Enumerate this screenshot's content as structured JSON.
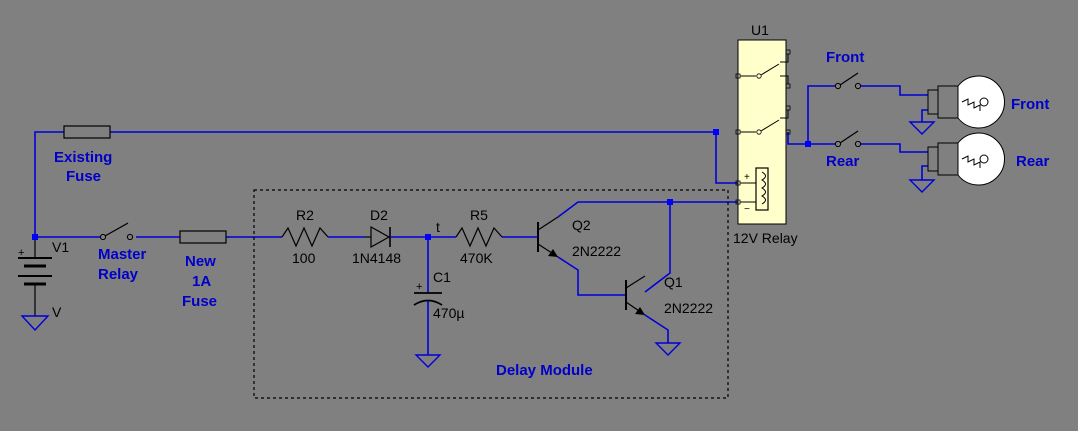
{
  "colors": {
    "background": "#808080",
    "wire": "#0000d8",
    "component": "#000000",
    "note_text": "#0000c8",
    "relay_body": "#ffffcc",
    "lamp_body": "#ffffff",
    "junction": "#0000ff"
  },
  "notes": {
    "existing": "Existing",
    "fuse": "Fuse",
    "master": "Master",
    "relay": "Relay",
    "new": "New",
    "one_a": "1A",
    "fuse2": "Fuse",
    "delay_module": "Delay Module",
    "front_switch": "Front",
    "rear_switch": "Rear",
    "front_lamp": "Front",
    "rear_lamp": "Rear"
  },
  "components": {
    "v1": {
      "ref": "V1",
      "value": "V"
    },
    "r2": {
      "ref": "R2",
      "value": "100"
    },
    "d2": {
      "ref": "D2",
      "value": "1N4148"
    },
    "c1": {
      "ref": "C1",
      "value": "470µ"
    },
    "r5": {
      "ref": "R5",
      "value": "470K"
    },
    "q2": {
      "ref": "Q2",
      "value": "2N2222"
    },
    "q1": {
      "ref": "Q1",
      "value": "2N2222"
    },
    "u1": {
      "ref": "U1",
      "value": "12V Relay"
    }
  },
  "net_labels": {
    "t": "t"
  },
  "polarity": {
    "battery_plus": "+",
    "coil_plus": "+",
    "coil_minus": "−",
    "cap_plus": "+"
  },
  "icons": [
    "battery-icon",
    "ground-icon",
    "fuse-icon",
    "switch-icon",
    "resistor-icon",
    "diode-icon",
    "capacitor-icon",
    "npn-transistor-icon",
    "relay-icon",
    "lamp-icon"
  ]
}
